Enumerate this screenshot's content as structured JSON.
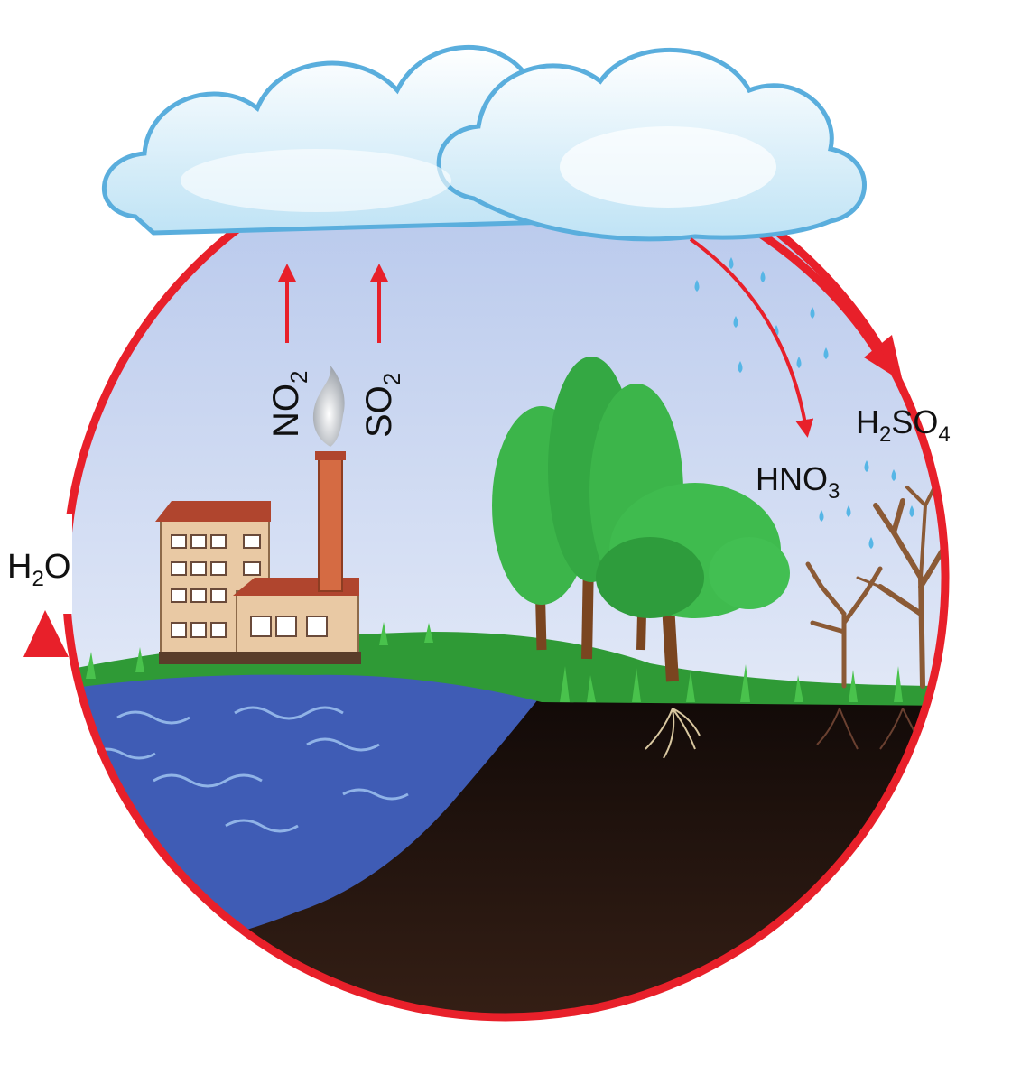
{
  "labels": {
    "h2o": {
      "base": "H",
      "sub": "2",
      "tail": "O"
    },
    "no2": {
      "base": "NO",
      "sub": "2"
    },
    "so2": {
      "base": "SO",
      "sub": "2"
    },
    "hno3": {
      "base": "HNO",
      "sub": "3"
    },
    "h2so4": {
      "base1": "H",
      "sub1": "2",
      "base2": "SO",
      "sub2": "4"
    }
  },
  "colors": {
    "cycle_arrow": "#e8202a",
    "sky_top": "#a9bde8",
    "sky_bottom": "#ffffff",
    "cloud_fill": "#dff2fb",
    "cloud_edge": "#5aaedd",
    "water": "#3f5cb5",
    "soil": "#231510",
    "grass": "#34a83a",
    "tree_leaves": "#3cb54a",
    "trunk": "#7a4520",
    "building_wall": "#e9c9a4",
    "roof": "#b0452e",
    "chimney": "#d56b43",
    "rain": "#56b6e6"
  },
  "icons": [
    "cloud-icon",
    "factory-icon",
    "chimney-smoke-icon",
    "tree-icon",
    "dead-tree-icon",
    "raindrop-icon",
    "root-icon"
  ]
}
